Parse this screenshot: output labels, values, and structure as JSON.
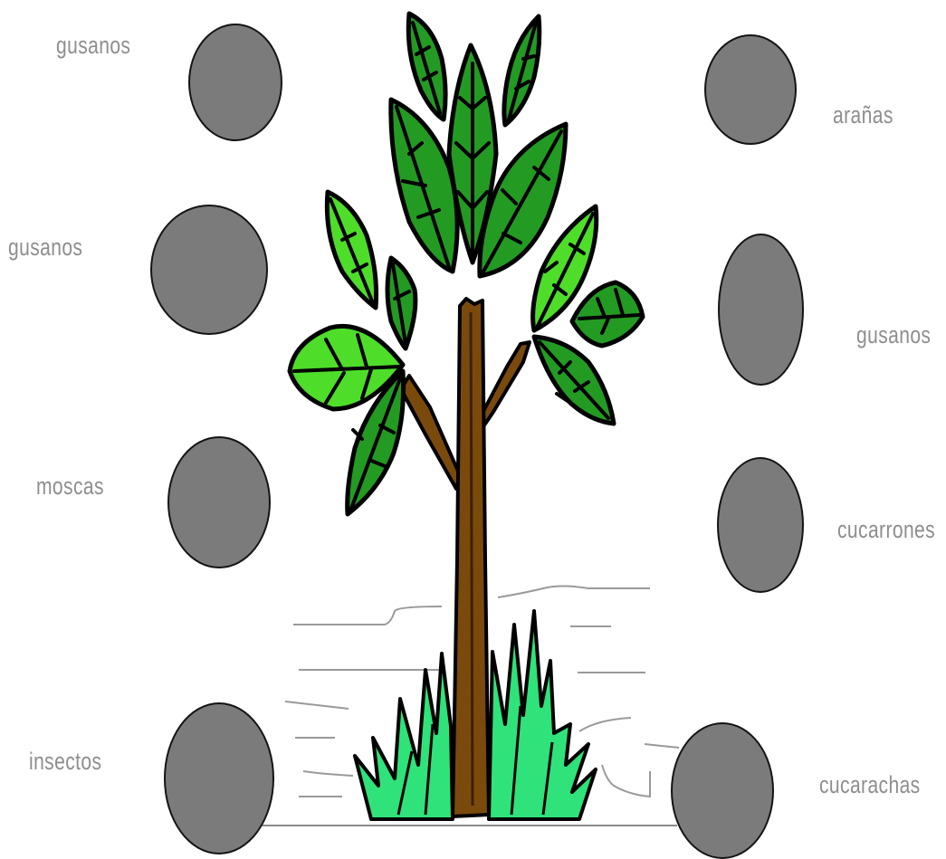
{
  "labels": {
    "left": [
      "gusanos",
      "gusanos",
      "moscas",
      "insectos"
    ],
    "right": [
      "arañas",
      "gusanos",
      "cucarrones",
      "cucarachas"
    ]
  },
  "colors": {
    "label": "#8e8e8e",
    "circle_fill": "#7b7b7b",
    "leaf_dark": "#239b23",
    "leaf_light": "#4ede2a",
    "trunk": "#7a4a0c",
    "grass": "#2fe37a"
  }
}
